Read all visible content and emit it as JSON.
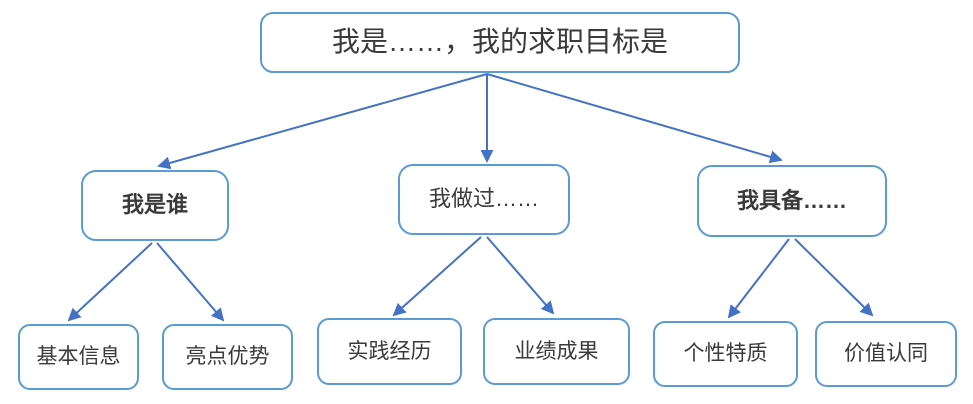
{
  "diagram": {
    "type": "tree",
    "nodes": {
      "root": {
        "label": "我是……，我的求职目标是",
        "level": 1
      },
      "who": {
        "label": "我是谁",
        "level": 2
      },
      "did": {
        "label": "我做过……",
        "level": 2
      },
      "have": {
        "label": "我具备……",
        "level": 2
      },
      "basic": {
        "label": "基本信息",
        "level": 3
      },
      "highlight": {
        "label": "亮点优势",
        "level": 3
      },
      "practice": {
        "label": "实践经历",
        "level": 3
      },
      "results": {
        "label": "业绩成果",
        "level": 3
      },
      "personality": {
        "label": "个性特质",
        "level": 3
      },
      "value": {
        "label": "价值认同",
        "level": 3
      }
    },
    "edges": [
      {
        "from": "root",
        "to": "who"
      },
      {
        "from": "root",
        "to": "did"
      },
      {
        "from": "root",
        "to": "have"
      },
      {
        "from": "who",
        "to": "basic"
      },
      {
        "from": "who",
        "to": "highlight"
      },
      {
        "from": "did",
        "to": "practice"
      },
      {
        "from": "did",
        "to": "results"
      },
      {
        "from": "have",
        "to": "personality"
      },
      {
        "from": "have",
        "to": "value"
      }
    ]
  },
  "colors": {
    "box_border": "#5B9BD5",
    "arrow": "#4472C4",
    "text": "#3A3A3A",
    "background": "#FFFFFF"
  }
}
